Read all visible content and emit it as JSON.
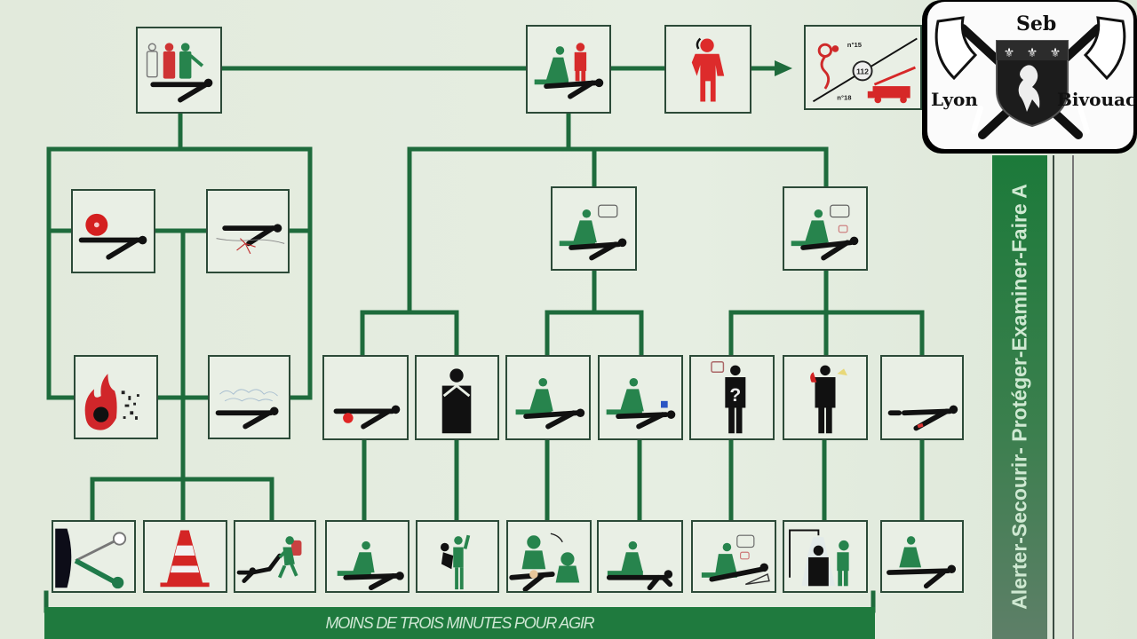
{
  "diagram": {
    "title": "Alerter-Secourir- Protéger-Examiner-Faire A",
    "bottom_banner": "MOINS DE TROIS MINUTES POUR AGIR",
    "colors": {
      "line": "#1e6b3c",
      "box_border": "#2c4a38",
      "background": "#e4ecdf",
      "banner": "#1f7a3e",
      "figure_green": "#25854a",
      "figure_red": "#d92a2a",
      "figure_black": "#111111"
    },
    "top_row": [
      {
        "id": "witnesses",
        "label": "witnesses-around-victim-icon"
      },
      {
        "id": "rescuer-alerter",
        "label": "rescuer-with-alerter-icon"
      },
      {
        "id": "phone-call",
        "label": "person-phoning-icon"
      },
      {
        "id": "emergency-numbers",
        "label": "emergency-numbers-icon",
        "numbers": [
          "n°15",
          "112",
          "n°18"
        ]
      }
    ],
    "danger_column": [
      {
        "id": "electric",
        "label": "electric-danger-icon"
      },
      {
        "id": "collapse",
        "label": "ground-collapse-icon"
      },
      {
        "id": "fire",
        "label": "fire-explosion-icon"
      },
      {
        "id": "gas",
        "label": "toxic-gas-icon"
      }
    ],
    "assessment": [
      {
        "id": "responds",
        "label": "victim-responds-icon"
      },
      {
        "id": "conscious-questions",
        "label": "victim-questioned-icon"
      }
    ],
    "situations": [
      {
        "id": "bleeding",
        "label": "bleeding-victim-icon"
      },
      {
        "id": "choking",
        "label": "choking-person-icon"
      },
      {
        "id": "unconscious-breathing",
        "label": "unconscious-breathing-icon"
      },
      {
        "id": "not-breathing",
        "label": "not-breathing-icon"
      },
      {
        "id": "malaise",
        "label": "malaise-question-icon"
      },
      {
        "id": "burn",
        "label": "burn-injury-icon"
      },
      {
        "id": "trauma",
        "label": "trauma-victim-icon"
      }
    ],
    "actions": [
      {
        "id": "cut-power",
        "label": "cut-power-icon"
      },
      {
        "id": "signal-cone",
        "label": "traffic-cone-icon"
      },
      {
        "id": "emergency-evacuation",
        "label": "emergency-drag-icon"
      },
      {
        "id": "compress",
        "label": "direct-pressure-icon"
      },
      {
        "id": "back-blows",
        "label": "back-blows-icon"
      },
      {
        "id": "cpr",
        "label": "cpr-defibrillation-icon"
      },
      {
        "id": "recovery-position",
        "label": "recovery-position-icon"
      },
      {
        "id": "rest-position",
        "label": "rest-and-question-icon"
      },
      {
        "id": "cool-burn",
        "label": "cool-burn-shower-icon"
      },
      {
        "id": "immobilize",
        "label": "immobilize-victim-icon"
      }
    ]
  },
  "logo": {
    "top": "Seb",
    "left": "Lyon",
    "right": "Bivouac"
  }
}
